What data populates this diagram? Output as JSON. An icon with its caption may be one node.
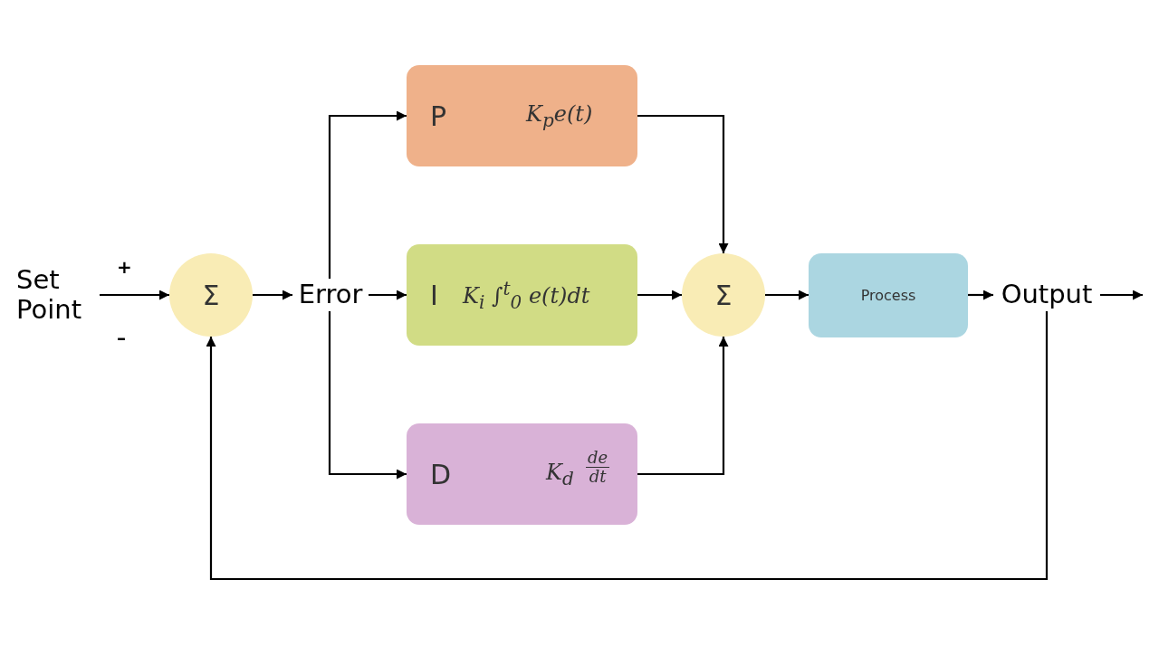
{
  "diagram": {
    "nodes": [
      {
        "text": [
          "Set Point"
        ]
      },
      {
        "text": [
          "Σ"
        ]
      },
      {
        "text": [
          "Error"
        ]
      },
      {
        "text": [
          "P",
          "K$_{p}$e(t)"
        ]
      },
      {
        "text": [
          "I",
          "K$_{i}$ ∫$^{t}$$_{0}$ e(t)dt"
        ]
      },
      {
        "text": [
          "D",
          "K$_{d}$",
          "de",
          "dt"
        ]
      },
      {
        "text": [
          "Σ"
        ]
      },
      {
        "text": [
          "Process"
        ]
      },
      {
        "text": [
          "Output"
        ]
      }
    ],
    "edges": [
      {
        "from": 0,
        "to": 1,
        "arrow": "to"
      },
      {
        "from": 1,
        "to": 2,
        "arrow": "to"
      },
      {
        "from": 2,
        "to": 3,
        "arrow": "to"
      },
      {
        "from": 2,
        "to": 4,
        "arrow": "to"
      },
      {
        "from": 2,
        "to": 5,
        "arrow": "to"
      },
      {
        "from": 3,
        "to": 6,
        "arrow": "to"
      },
      {
        "from": 4,
        "to": 6,
        "arrow": "to"
      },
      {
        "from": 5,
        "to": 6,
        "arrow": "to"
      },
      {
        "from": 6,
        "to": 7,
        "arrow": "to"
      },
      {
        "from": 7,
        "to": 8,
        "arrow": "to"
      },
      {
        "from": 8,
        "to": null,
        "arrow": "to"
      },
      {
        "from": 8,
        "to": 1,
        "arrow": "to"
      }
    ],
    "labels": [
      "+",
      "–"
    ]
  }
}
